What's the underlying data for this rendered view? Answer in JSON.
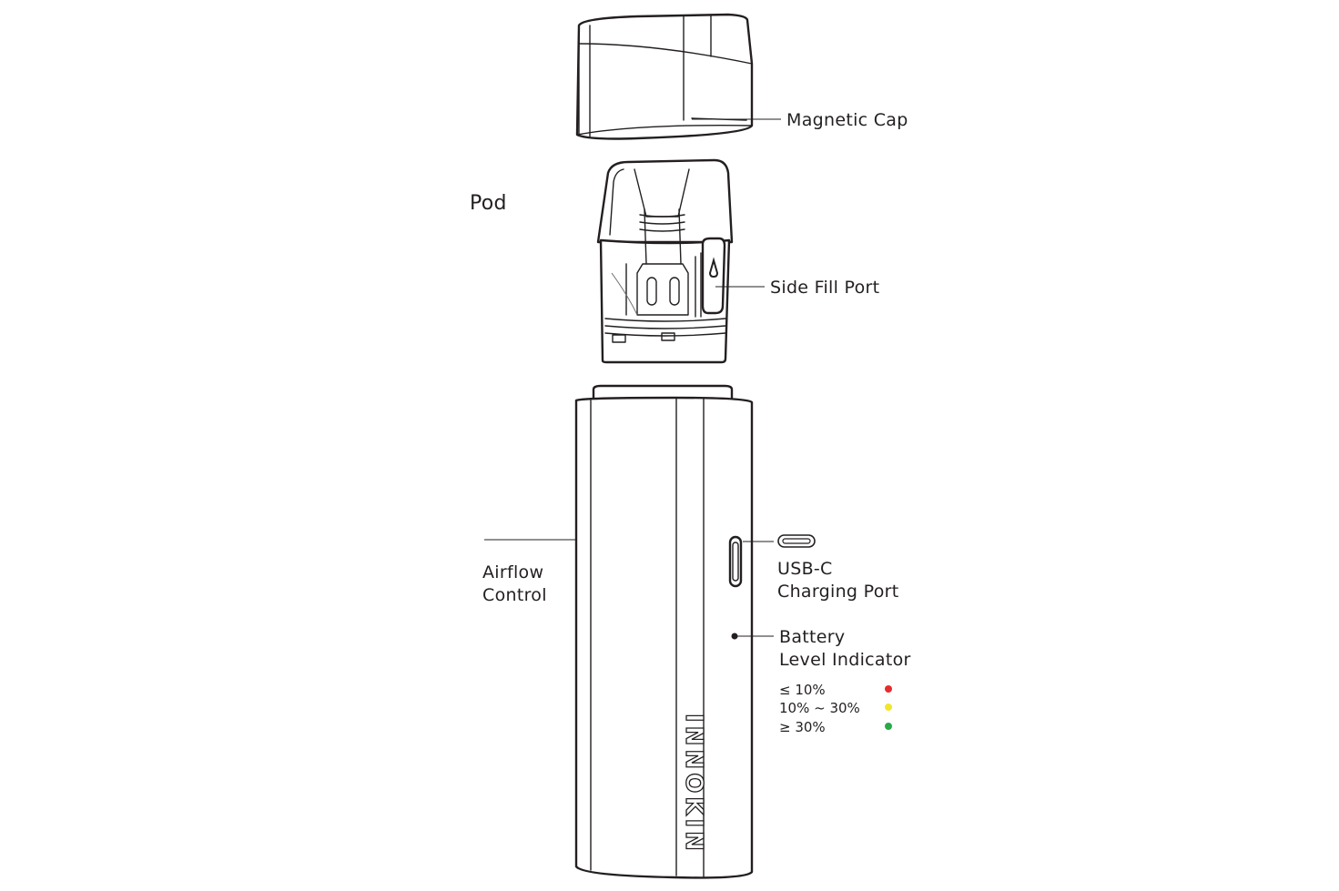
{
  "labels": {
    "magnetic_cap": "Magnetic Cap",
    "pod": "Pod",
    "side_fill_port": "Side Fill Port",
    "airflow_line1": "Airflow",
    "airflow_line2": "Control",
    "usbc_line1": "USB-C",
    "usbc_line2": "Charging Port",
    "battery_line1": "Battery",
    "battery_line2": "Level Indicator"
  },
  "brand_text": "INNOKIN",
  "battery_levels": [
    {
      "label": "≤ 10%",
      "color": "#e52d2d"
    },
    {
      "label": "10% ~ 30%",
      "color": "#f2e52c"
    },
    {
      "label": "≥ 30%",
      "color": "#2ba84a"
    }
  ],
  "icons": {
    "usb_c": "usb-c-port-icon",
    "fill": "droplet-icon"
  }
}
